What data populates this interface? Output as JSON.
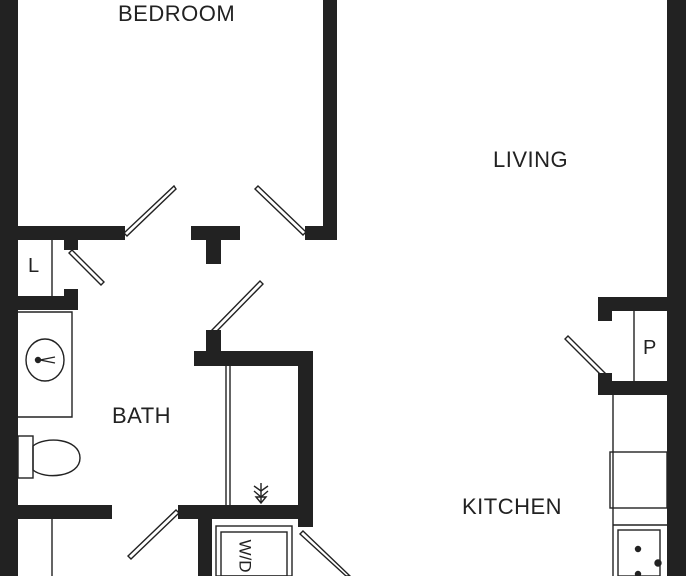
{
  "rooms": {
    "bedroom": "BEDROOM",
    "living": "LIVING",
    "bath": "BATH",
    "kitchen": "KITCHEN"
  },
  "closets": {
    "linen": "L",
    "pantry": "P"
  },
  "appliances": {
    "washer_dryer": "W/D"
  },
  "colors": {
    "wall": "#222222",
    "line": "#222222",
    "background": "#ffffff"
  }
}
